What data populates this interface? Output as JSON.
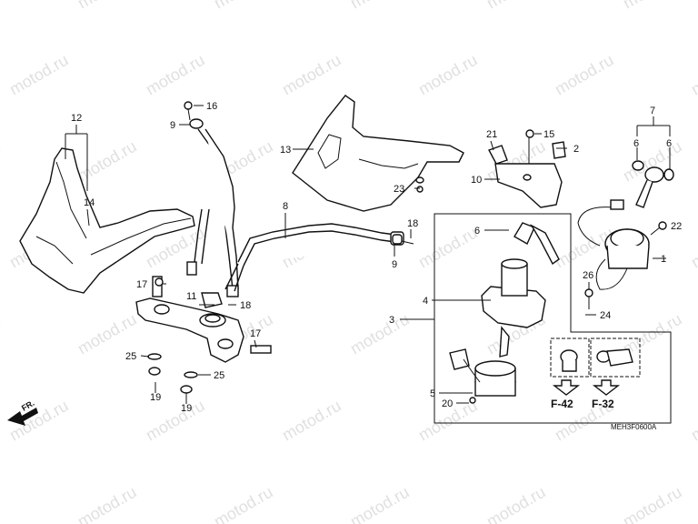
{
  "watermark": "motod.ru",
  "diagram_code": "MEH3F0600A",
  "front_arrow_label": "FR.",
  "callouts": {
    "c1": "1",
    "c2": "2",
    "c3": "3",
    "c4": "4",
    "c5": "5",
    "c6a": "6",
    "c6b": "6",
    "c6c": "6",
    "c7": "7",
    "c8": "8",
    "c9a": "9",
    "c9b": "9",
    "c10": "10",
    "c11": "11",
    "c12": "12",
    "c13": "13",
    "c14": "14",
    "c15": "15",
    "c16": "16",
    "c17a": "17",
    "c17b": "17",
    "c18a": "18",
    "c18b": "18",
    "c19a": "19",
    "c19b": "19",
    "c20": "20",
    "c21": "21",
    "c22": "22",
    "c23": "23",
    "c24": "24",
    "c25a": "25",
    "c25b": "25",
    "c26": "26"
  },
  "references": {
    "ref_a": "F-42",
    "ref_b": "F-32"
  }
}
